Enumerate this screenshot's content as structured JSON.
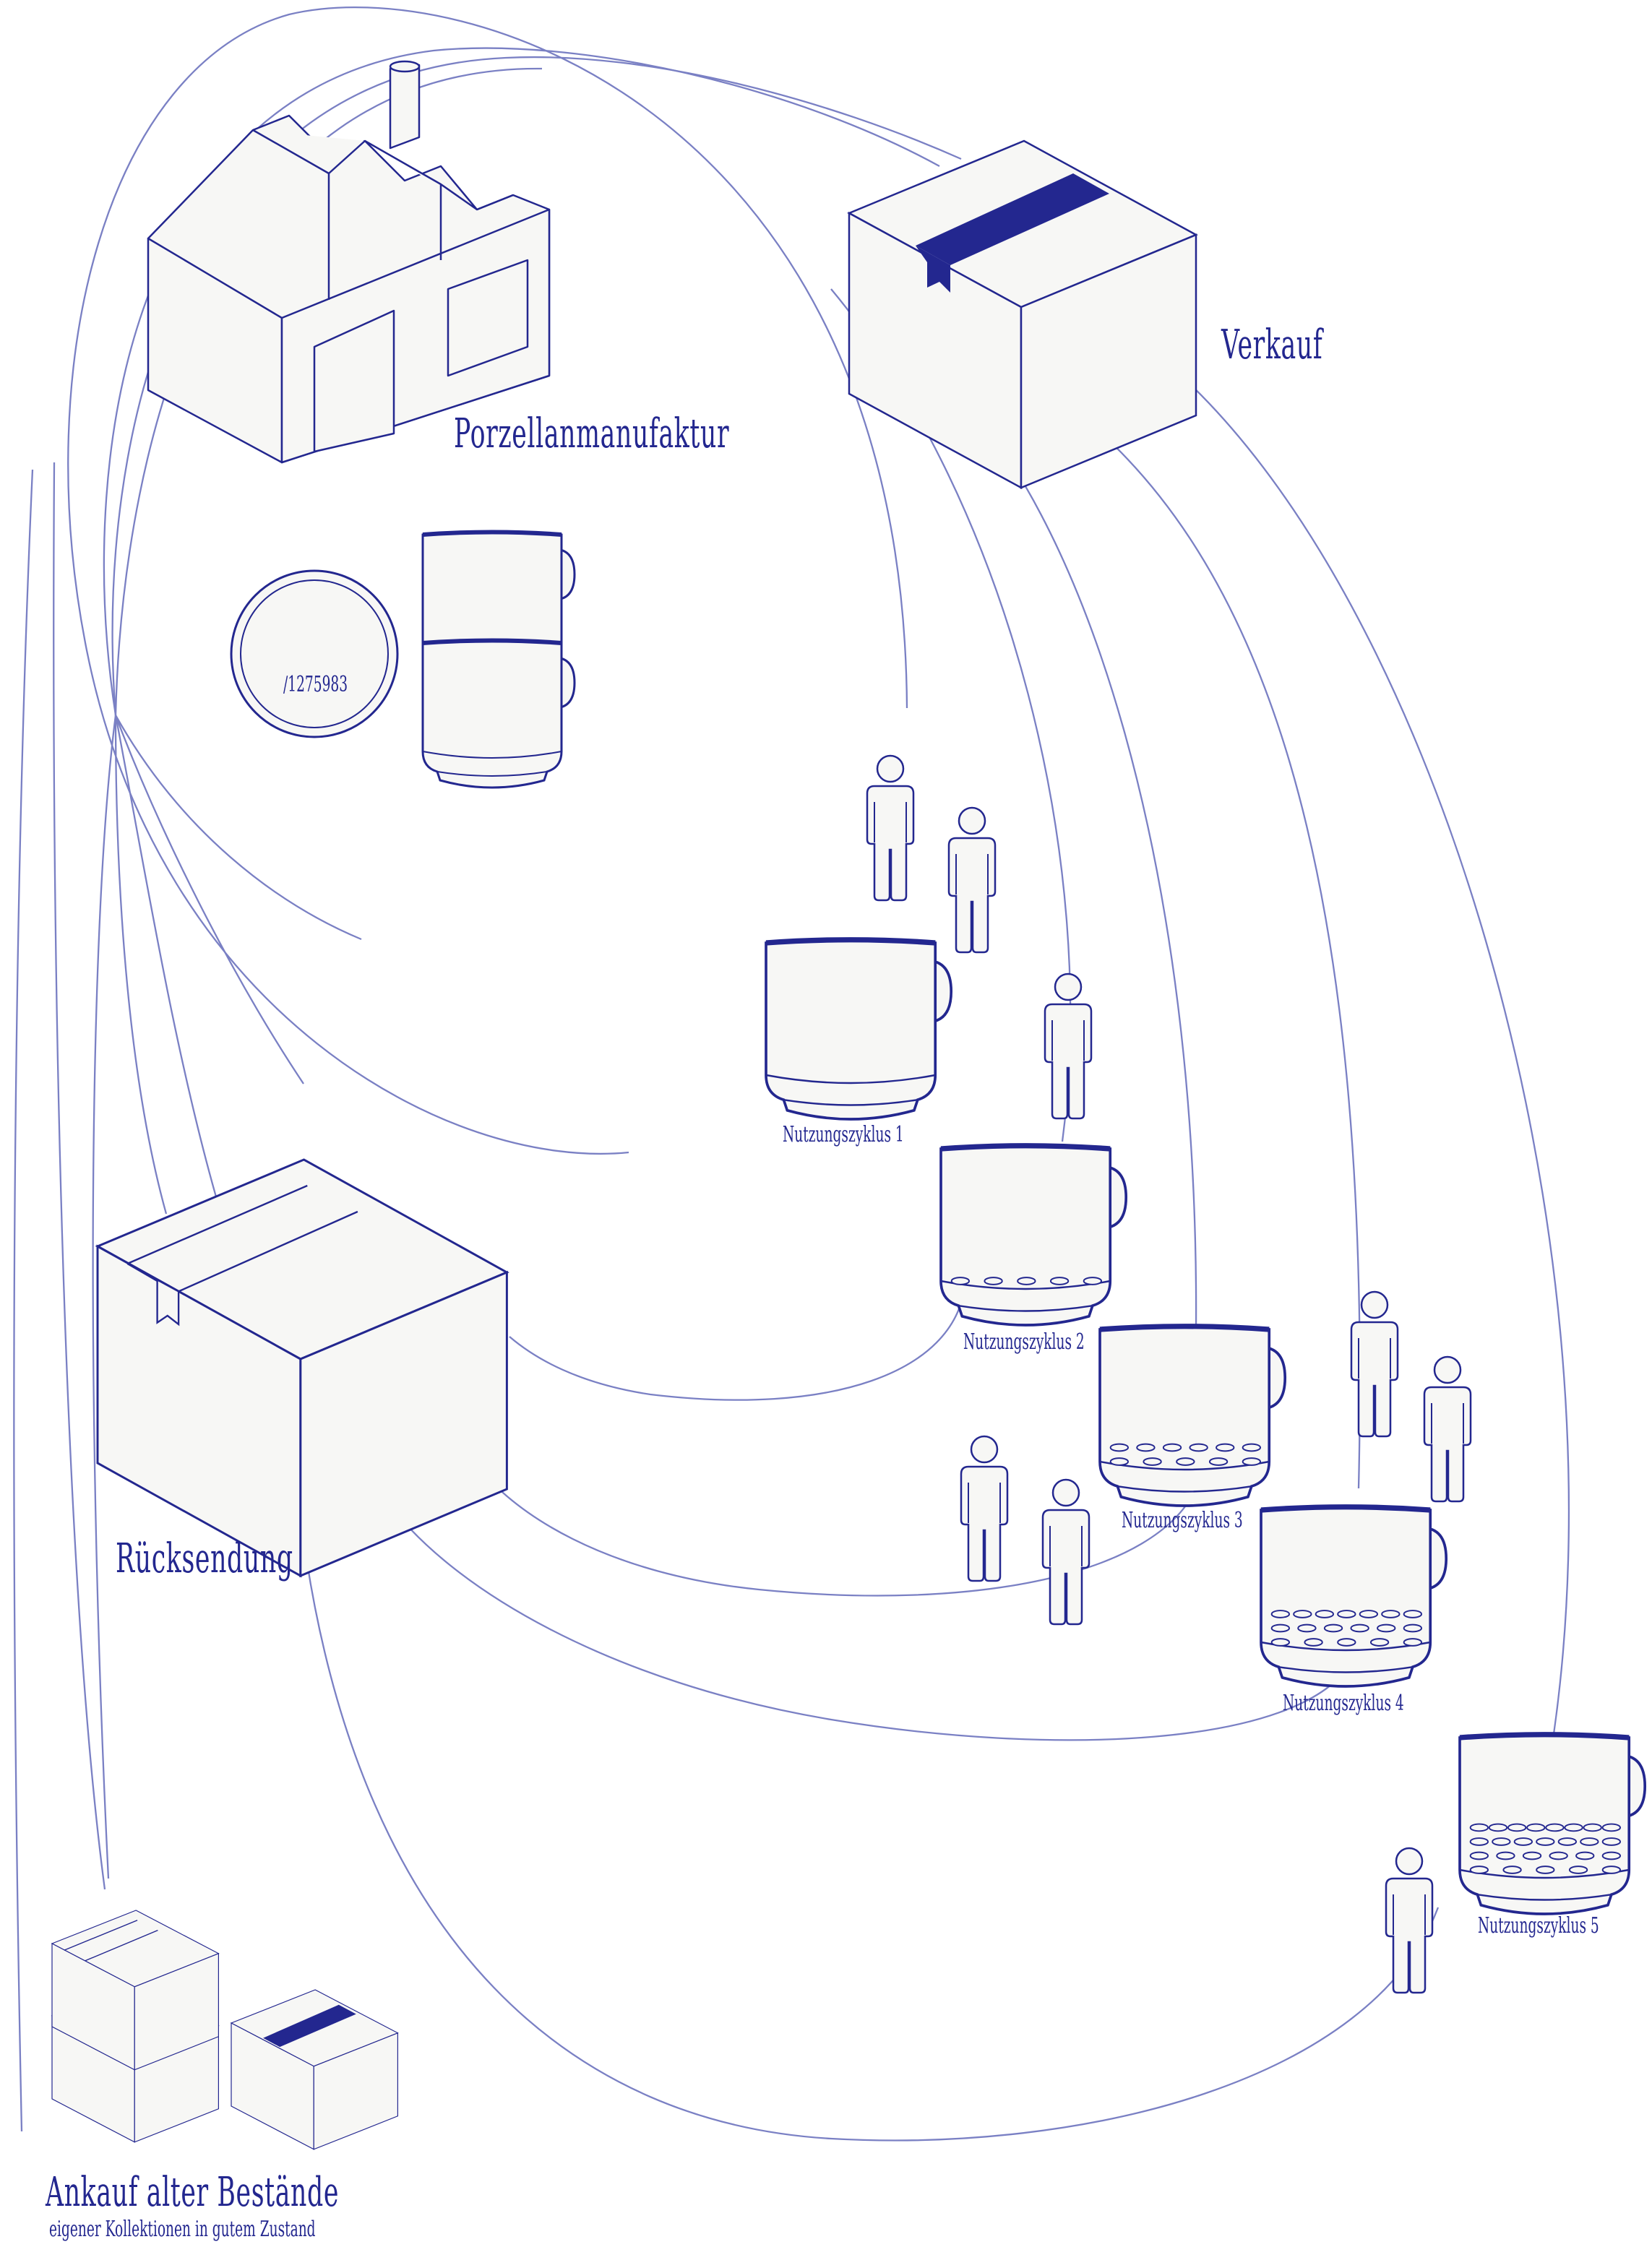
{
  "colors": {
    "ink": "#23278f",
    "line": "#7a80c4",
    "fill": "#f7f7f5",
    "accent": "#23278f",
    "background": "#ffffff"
  },
  "labels": {
    "manufacturer": "Porzellanmanufaktur",
    "sale": "Verkauf",
    "return": "Rücksendung",
    "purchase_title": "Ankauf alter Bestände",
    "purchase_subtitle": "eigener Kollektionen in gutem Zustand"
  },
  "plate_number": "/1275983",
  "cycles": [
    {
      "label": "Nutzungszyklus 1",
      "marks": 0
    },
    {
      "label": "Nutzungszyklus 2",
      "marks": 1
    },
    {
      "label": "Nutzungszyklus 3",
      "marks": 2
    },
    {
      "label": "Nutzungszyklus 4",
      "marks": 3
    },
    {
      "label": "Nutzungszyklus 5",
      "marks": 4
    }
  ],
  "icons": [
    "factory-icon",
    "shipping-box-icon",
    "plate-icon",
    "cup-icon",
    "person-icon"
  ]
}
